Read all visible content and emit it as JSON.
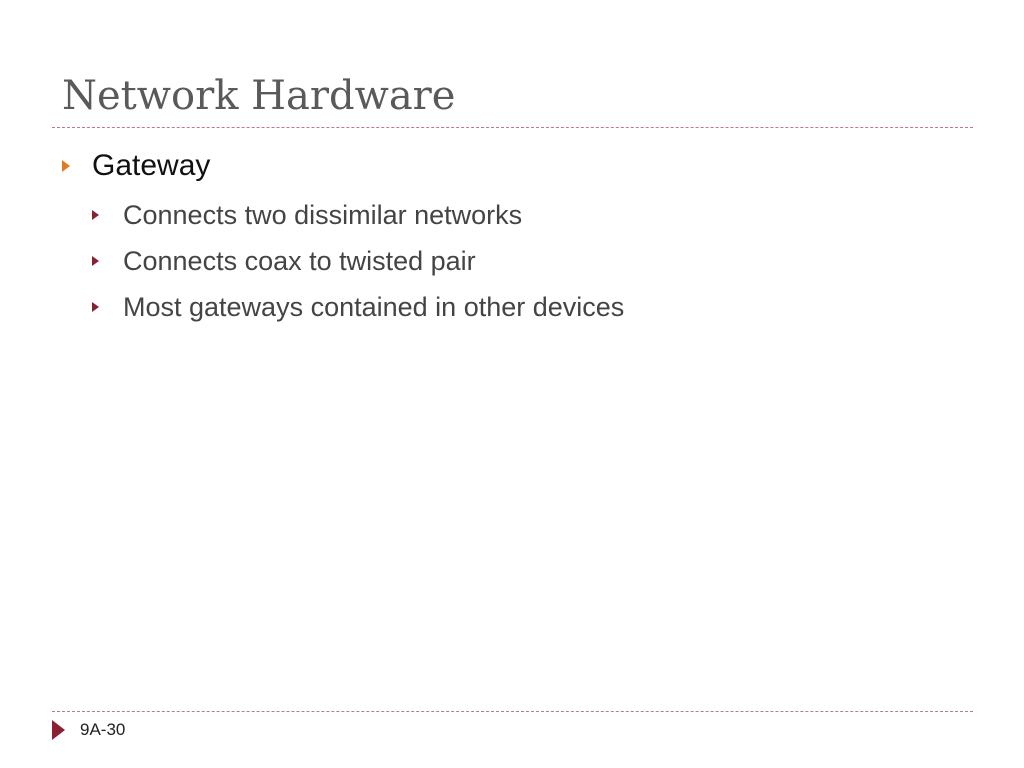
{
  "slide": {
    "title": "Network Hardware",
    "bullets": [
      {
        "text": "Gateway",
        "children": [
          "Connects two dissimilar networks",
          "Connects coax to twisted pair",
          "Most gateways contained in other devices"
        ]
      }
    ],
    "footer": {
      "slide_number": "9A-30"
    }
  },
  "colors": {
    "title_text": "#5a5a5a",
    "rule": "#c0788a",
    "level1_arrow": "#e07b1f",
    "level2_arrow": "#8b2035",
    "footer_arrow": "#8b2035"
  },
  "icons": {
    "level1_bullet": "arrow-right-icon",
    "level2_bullet": "arrow-right-icon",
    "footer": "triangle-right-icon"
  }
}
